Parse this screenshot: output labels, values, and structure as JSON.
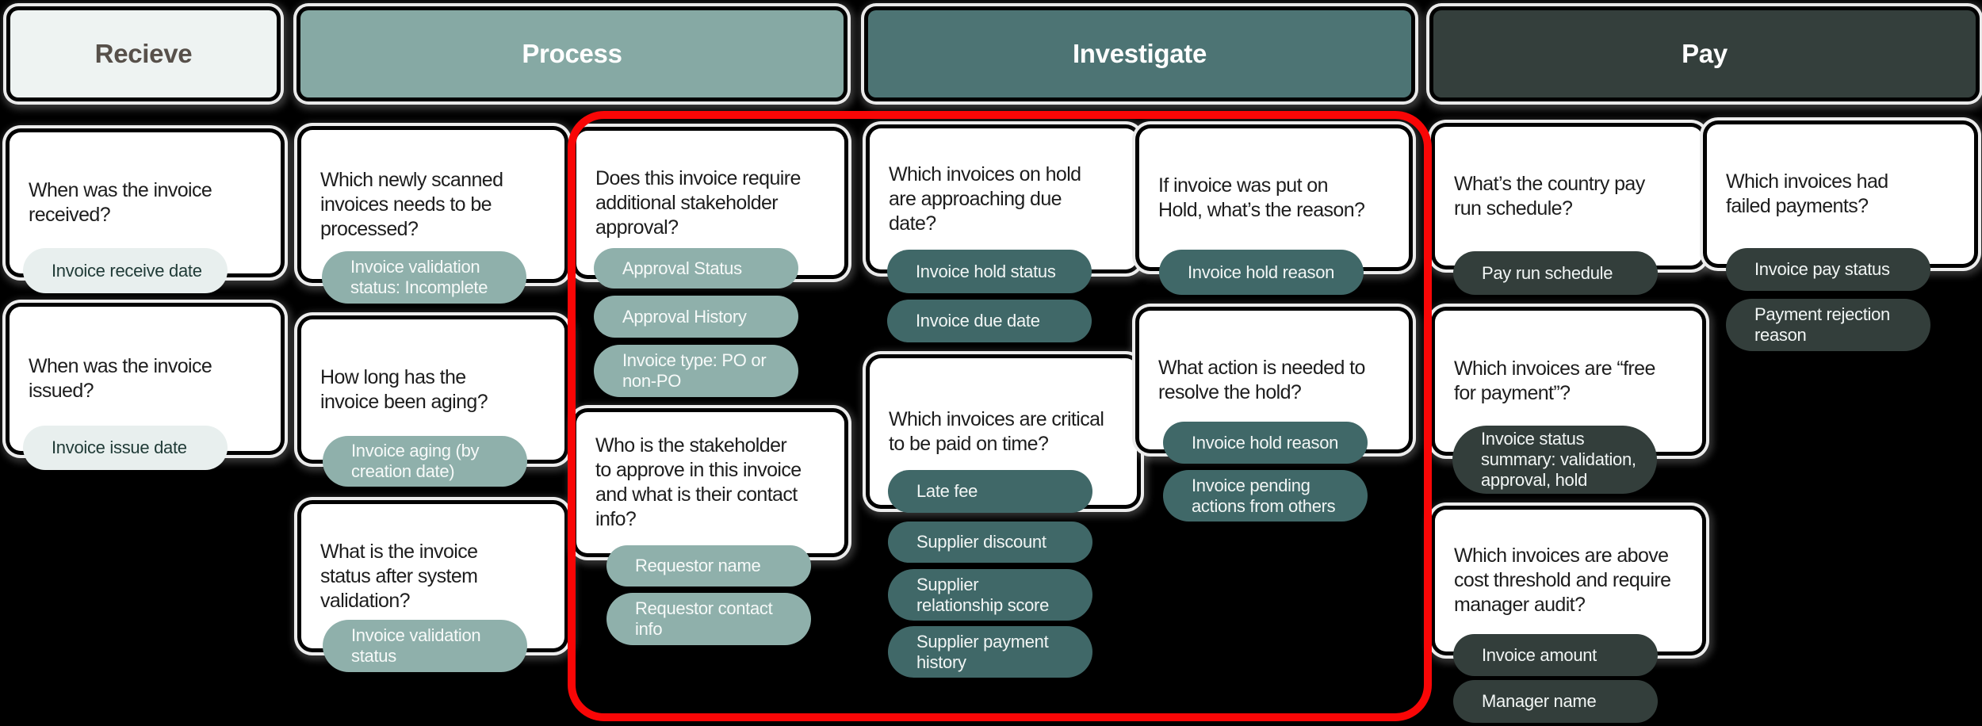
{
  "board": {
    "background": "#000000",
    "highlight": {
      "shape": "rounded-rectangle",
      "color": "#f90606"
    }
  },
  "columns": [
    {
      "name": "receive",
      "header": "Recieve",
      "theme": {
        "header_bg": "#eef3f2",
        "header_text": "#57504a",
        "pill_bg": "#e8efee",
        "pill_text": "#1f3a36"
      },
      "cards": [
        {
          "question": "When was the invoice\nreceived?",
          "pills": [
            "Invoice receive date"
          ]
        },
        {
          "question": "When was the invoice\nissued?",
          "pills": [
            "Invoice issue date"
          ]
        }
      ]
    },
    {
      "name": "process",
      "header": "Process",
      "theme": {
        "header_bg": "#86a9a4",
        "header_text": "#ffffff",
        "pill_bg": "#8fb0ab",
        "pill_text": "#f7faf9"
      },
      "cards": [
        {
          "question": "Which newly scanned\ninvoices needs to be\nprocessed?",
          "pills": [
            "Invoice validation\nstatus: Incomplete"
          ]
        },
        {
          "question": "How long has the\ninvoice been aging?",
          "pills": [
            "Invoice aging (by\ncreation date)"
          ]
        },
        {
          "question": "What is the invoice\nstatus after system\nvalidation?",
          "pills": [
            "Invoice validation\nstatus"
          ]
        },
        {
          "question": "Does this invoice require\nadditional stakeholder\napproval?",
          "pills": [
            "Approval Status",
            "Approval History",
            "Invoice type: PO or\nnon-PO"
          ]
        },
        {
          "question": "Who is the stakeholder\nto approve in this invoice\nand what is their contact\ninfo?",
          "pills": [
            "Requestor name",
            "Requestor contact\ninfo"
          ]
        }
      ]
    },
    {
      "name": "investigate",
      "header": "Investigate",
      "theme": {
        "header_bg": "#4d7474",
        "header_text": "#ffffff",
        "pill_bg": "#406868",
        "pill_text": "#f2f6f5"
      },
      "cards": [
        {
          "question": "Which invoices on hold\nare approaching due\ndate?",
          "pills": [
            "Invoice hold status",
            "Invoice due date"
          ]
        },
        {
          "question": "Which invoices are critical\nto be paid on time?",
          "pills": [
            "Late fee",
            "Supplier discount",
            "Supplier\nrelationship score",
            "Supplier payment\nhistory"
          ]
        },
        {
          "question": "If invoice was put on\nHold, what’s the reason?",
          "pills": [
            "Invoice hold reason"
          ]
        },
        {
          "question": "What action is needed to\nresolve the hold?",
          "pills": [
            "Invoice hold reason",
            "Invoice pending\nactions from others"
          ]
        }
      ]
    },
    {
      "name": "pay",
      "header": "Pay",
      "theme": {
        "header_bg": "#343f3c",
        "header_text": "#ffffff",
        "pill_bg": "#333e3b",
        "pill_text": "#f2f6f5"
      },
      "cards": [
        {
          "question": "What’s the country pay\nrun schedule?",
          "pills": [
            "Pay run schedule"
          ]
        },
        {
          "question": "Which invoices had\nfailed payments?",
          "pills": [
            "Invoice pay status",
            "Payment rejection\nreason"
          ]
        },
        {
          "question": "Which invoices are “free\nfor payment”?",
          "pills": [
            "Invoice status\nsummary: validation,\napproval, hold"
          ]
        },
        {
          "question": "Which invoices are above\ncost threshold and require\nmanager audit?",
          "pills": [
            "Invoice amount",
            "Manager name"
          ]
        }
      ]
    }
  ]
}
